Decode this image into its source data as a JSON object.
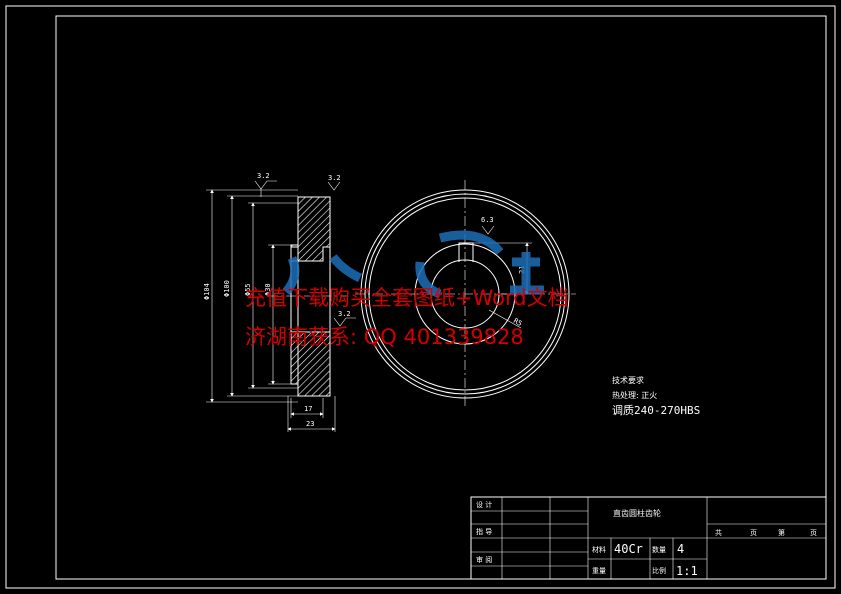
{
  "colors": {
    "background": "#000000",
    "line": "#ffffff",
    "watermark_text": "#d40000",
    "watermark_logo": "#1e6fb8"
  },
  "dimensions": {
    "roughness_top_left": "3.2",
    "roughness_top_right": "3.2",
    "roughness_bore": "3.2",
    "dia_tip": "Φ104",
    "dia_root": "Φ100",
    "dia_hub": "Φ55",
    "dia_hole": "Φ30",
    "width_hub": "17",
    "width_total": "23",
    "keyway_roughness": "6.3",
    "keyway_depth": "21",
    "bore_radius_label": "R5"
  },
  "watermark": {
    "line1": "充值下载购买全套图纸+Word文档",
    "line2": "济湖南获系: QQ 401339828"
  },
  "tech_notes": {
    "title": "技术要求",
    "line1": "热处理: 正火",
    "line2": "调质240-270HBS"
  },
  "title_block": {
    "part_name": "直齿圆柱齿轮",
    "material_label": "材料",
    "material_value": "40Cr",
    "quantity_label": "数量",
    "quantity_value": "4",
    "weight_label": "重量",
    "scale_label": "比例",
    "scale_value": "1:1",
    "row_design": "设 计",
    "row_guide": "指 导",
    "row_check": "审 阅",
    "sheet_total": "共",
    "sheet_page": "页",
    "sheet_num": "第",
    "sheet_page2": "页"
  }
}
